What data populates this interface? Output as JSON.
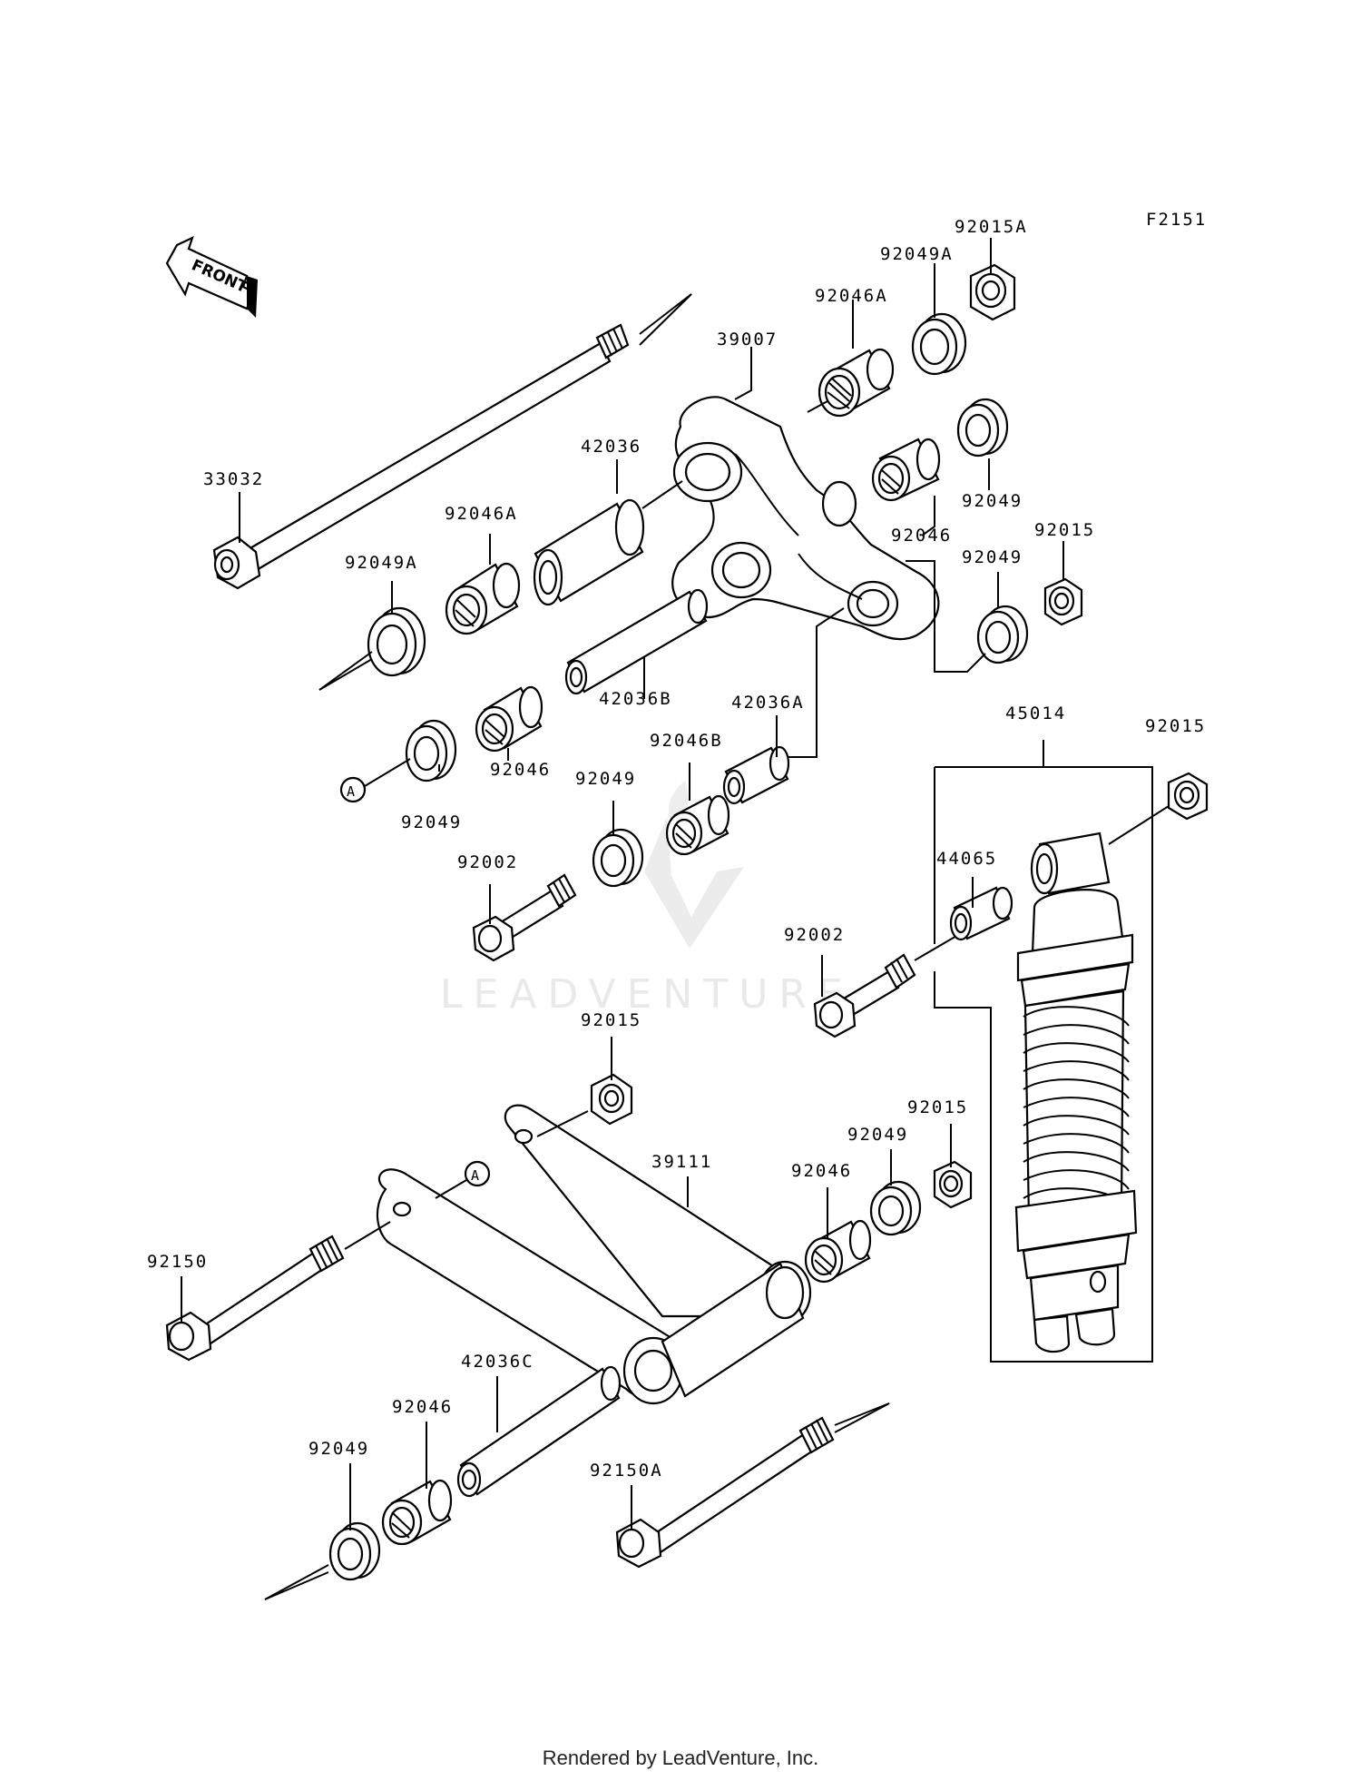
{
  "figure_code": "F2151",
  "front_label": "FRONT",
  "watermark": "LEADVENTURE",
  "footer": "Rendered by LeadVenture, Inc.",
  "callouts": {
    "c33032": "33032",
    "c39007": "39007",
    "c42036": "42036",
    "c92046A_top": "92046A",
    "c92049A_top": "92049A",
    "c92015A": "92015A",
    "c92049_r1": "92049",
    "c92046_r": "92046",
    "c92015_r": "92015",
    "c92049_r2": "92049",
    "c92046A_l": "92046A",
    "c92049A_l": "92049A",
    "c42036B": "42036B",
    "c42036A": "42036A",
    "c92046_l": "92046",
    "c92049_l": "92049",
    "c92046B": "92046B",
    "c92049_m": "92049",
    "c92002_l": "92002",
    "c45014": "45014",
    "c92015_shock": "92015",
    "c44065": "44065",
    "c92002_r": "92002",
    "c92015_link": "92015",
    "c39111": "39111",
    "c92015_low": "92015",
    "c92049_low": "92049",
    "c92046_low": "92046",
    "c92150": "92150",
    "c42036C": "42036C",
    "c92046_bot": "92046",
    "c92049_bot": "92049",
    "c92150A": "92150A",
    "ref_A1": "A",
    "ref_A2": "A"
  }
}
